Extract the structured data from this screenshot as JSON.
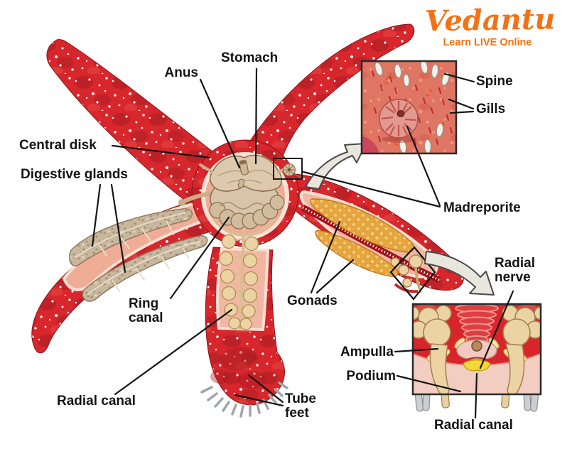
{
  "logo": {
    "brand": "Vedantu",
    "tagline": "Learn LIVE Online",
    "color": "#F47216"
  },
  "diagram": {
    "labels": {
      "anus": "Anus",
      "stomach": "Stomach",
      "central_disk": "Central disk",
      "digestive_glands": "Digestive glands",
      "ring_canal": "Ring canal",
      "radial_canal": "Radial canal",
      "gonads": "Gonads",
      "tube_feet": "Tube feet",
      "madreporite": "Madreporite",
      "spine": "Spine",
      "gills": "Gills",
      "radial_nerve": "Radial nerve",
      "ampulla": "Ampulla",
      "podium": "Podium",
      "radial_canal_cross_section": "Radial canal"
    },
    "colors": {
      "body_red": "#D7262C",
      "body_dark_red": "#A81D22",
      "cavity_pink": "#EFAD97",
      "stomach_tan": "#D8C4A8",
      "gonad_orange": "#E7A53E",
      "ampulla_cream": "#EBD3A4",
      "nerve_yellow": "#F2D838",
      "inset_salmon": "#DF7563",
      "label_text": "#141414"
    }
  }
}
